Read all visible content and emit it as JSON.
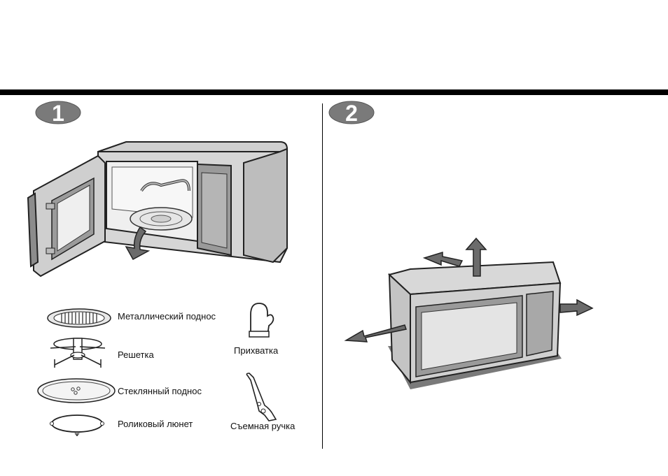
{
  "steps": [
    {
      "number": "1"
    },
    {
      "number": "2"
    }
  ],
  "accessories": {
    "metal_tray": "Металлический поднос",
    "rack": "Решетка",
    "glass_tray": "Стеклянный поднос",
    "roller_ring": "Роликовый люнет",
    "oven_mitt": "Прихватка",
    "removable_handle": "Съемная ручка"
  },
  "colors": {
    "rule": "#000000",
    "badge_fill": "#7a7a7a",
    "oven_body": "#d9d9d9",
    "oven_dark": "#9a9a9a",
    "arrow": "#6b6b6b"
  }
}
